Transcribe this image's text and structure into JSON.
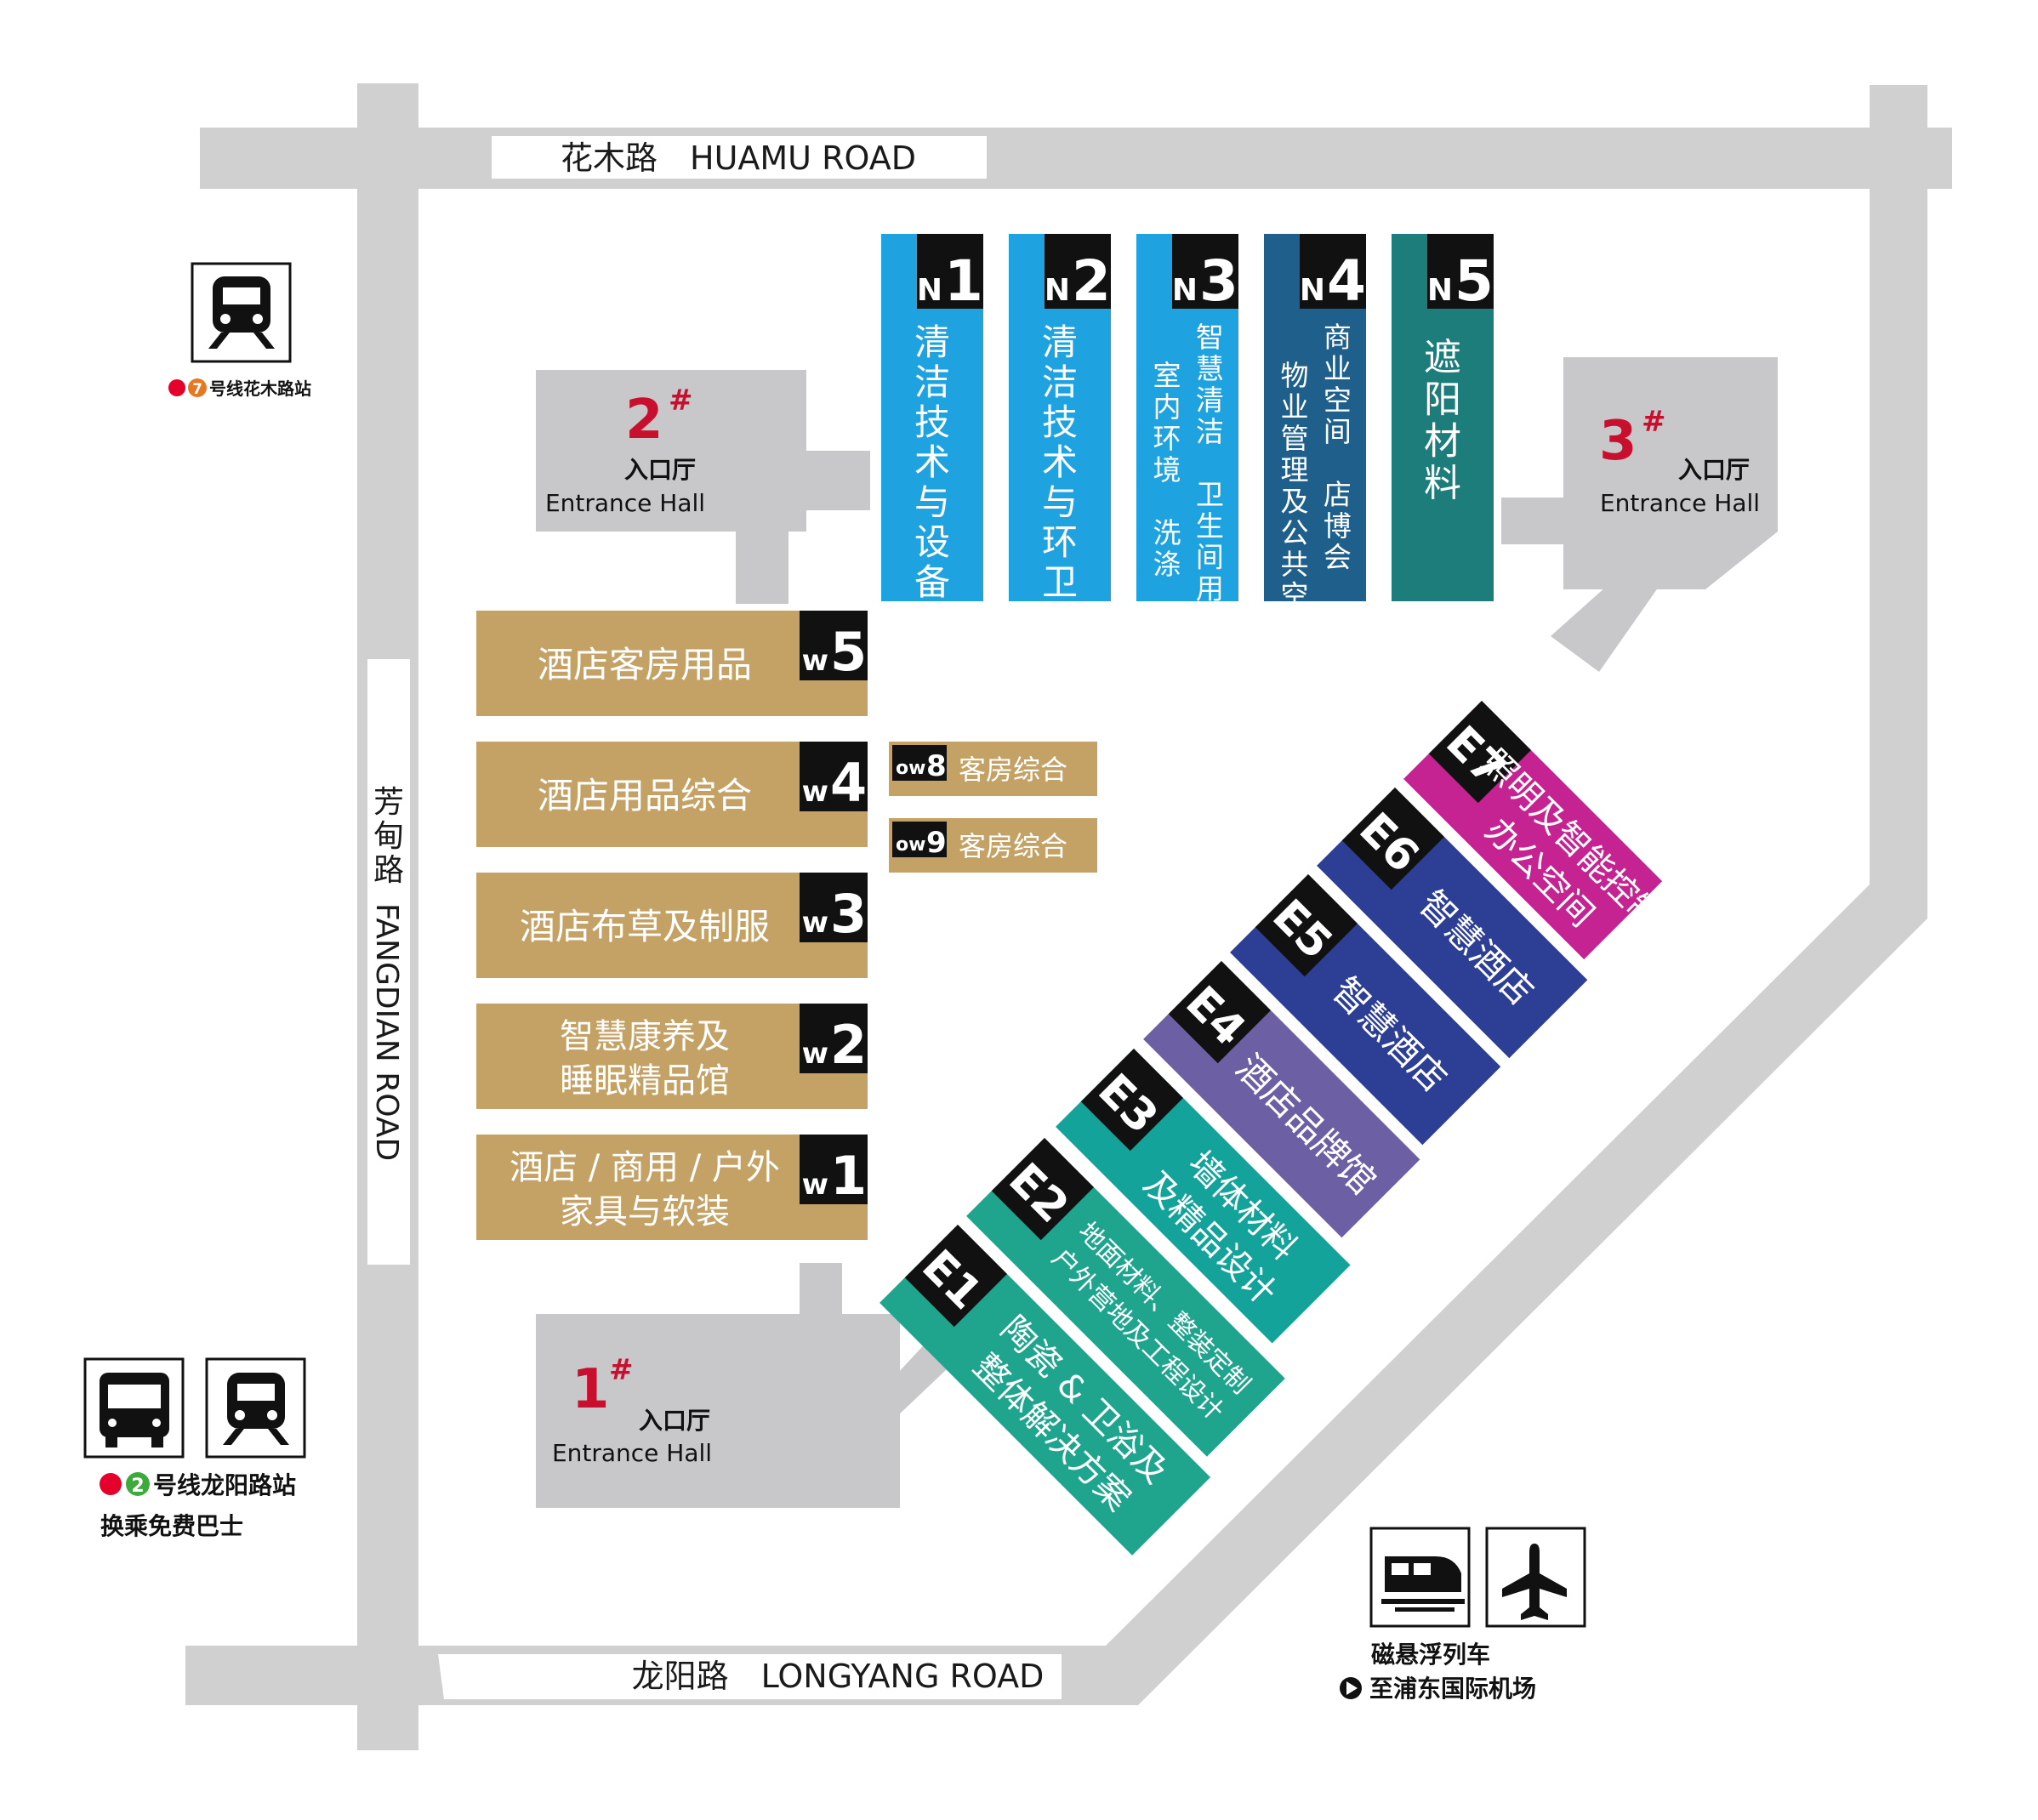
{
  "roads": {
    "north": "花木路　HUAMU ROAD",
    "south": "龙阳路　LONGYANG ROAD",
    "west_zh": [
      "芳",
      "甸",
      "路"
    ],
    "west_en": "FANGDIAN ROAD"
  },
  "entrances": [
    {
      "num": "2",
      "mark": "#",
      "zh": "入口厅",
      "en": "Entrance Hall"
    },
    {
      "num": "3",
      "mark": "#",
      "zh": "入口厅",
      "en": "Entrance Hall"
    },
    {
      "num": "1",
      "mark": "#",
      "zh": "入口厅",
      "en": "Entrance Hall"
    }
  ],
  "north_halls": [
    {
      "code_letter": "N",
      "code_num": "1",
      "color": "#1fa3e0",
      "lines": [
        "清洁技术与设备"
      ]
    },
    {
      "code_letter": "N",
      "code_num": "2",
      "color": "#1fa3e0",
      "lines": [
        "清洁技术与环卫"
      ]
    },
    {
      "code_letter": "N",
      "code_num": "3",
      "color": "#1fa3e0",
      "lines": [
        "智慧清洁 卫生间用品",
        "室内环境 洗涤"
      ]
    },
    {
      "code_letter": "N",
      "code_num": "4",
      "color": "#1f5f8b",
      "lines": [
        "商业空间 店博会",
        "物业管理及公共空间"
      ]
    },
    {
      "code_letter": "N",
      "code_num": "5",
      "color": "#1d7d7b",
      "lines": [
        "遮阳材料"
      ]
    }
  ],
  "west_halls": [
    {
      "code_letter": "W",
      "code_num": "5",
      "color": "#c4a265",
      "lines": [
        "酒店客房用品"
      ]
    },
    {
      "code_letter": "W",
      "code_num": "4",
      "color": "#c4a265",
      "lines": [
        "酒店用品综合"
      ]
    },
    {
      "code_letter": "W",
      "code_num": "3",
      "color": "#c4a265",
      "lines": [
        "酒店布草及制服"
      ]
    },
    {
      "code_letter": "W",
      "code_num": "2",
      "color": "#c4a265",
      "lines": [
        "智慧康养及",
        "睡眠精品馆"
      ]
    },
    {
      "code_letter": "W",
      "code_num": "1",
      "color": "#c4a265",
      "lines": [
        "酒店 / 商用 / 户外",
        "家具与软装"
      ]
    }
  ],
  "ow_halls": [
    {
      "code_letter": "OW",
      "code_num": "8",
      "label": "客房综合"
    },
    {
      "code_letter": "OW",
      "code_num": "9",
      "label": "客房综合"
    }
  ],
  "east_halls": [
    {
      "code": "E1",
      "color": "#1fa58e",
      "lines": [
        "陶瓷 & 卫浴及",
        "整体解决方案"
      ]
    },
    {
      "code": "E2",
      "color": "#1fa58e",
      "lines": [
        "地面材料、整装定制",
        "户外营地及工程设计"
      ]
    },
    {
      "code": "E3",
      "color": "#14a39a",
      "lines": [
        "墙体材料",
        "及精品设计"
      ]
    },
    {
      "code": "E4",
      "color": "#6d5fa3",
      "lines": [
        "酒店品牌馆"
      ]
    },
    {
      "code": "E5",
      "color": "#2d3f94",
      "lines": [
        "智慧酒店"
      ]
    },
    {
      "code": "E6",
      "color": "#2d3f94",
      "lines": [
        "智慧酒店"
      ]
    },
    {
      "code": "E7",
      "color": "#c42391",
      "lines": [
        "照明及智能控制",
        "办公空间"
      ]
    }
  ],
  "transit": {
    "metro7": {
      "line": "7",
      "text": "号线花木路站",
      "color": "#e87722"
    },
    "metro2": {
      "line": "2",
      "text": "号线龙阳路站",
      "sub": "换乘免费巴士",
      "color": "#3cab3b"
    },
    "maglev": {
      "title": "磁悬浮列车",
      "sub": "至浦东国际机场"
    }
  },
  "icons": [
    "metro-icon",
    "bus-icon",
    "maglev-icon",
    "airplane-icon",
    "shanghai-metro-logo-icon",
    "play-arrow-icon"
  ],
  "colors": {
    "road": "#d0d0d1",
    "hall": "#c8c8ca",
    "red": "#c8102e"
  }
}
